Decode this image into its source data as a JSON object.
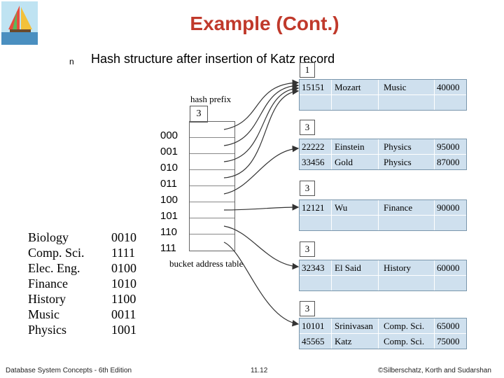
{
  "slide": {
    "title": "Example (Cont.)",
    "bullet_mark": "n",
    "bullet": "Hash structure after  insertion of Katz record"
  },
  "departments": [
    {
      "name": "Biology",
      "code": "0010"
    },
    {
      "name": "Comp. Sci.",
      "code": "1111"
    },
    {
      "name": "Elec. Eng.",
      "code": "0100"
    },
    {
      "name": "Finance",
      "code": "1010"
    },
    {
      "name": "History",
      "code": "1100"
    },
    {
      "name": "Music",
      "code": "0011"
    },
    {
      "name": "Physics",
      "code": "1001"
    }
  ],
  "hash_prefix": {
    "label": "hash prefix",
    "value": "3"
  },
  "bucket_address_table": {
    "label": "bucket address table",
    "entries": [
      "000",
      "001",
      "010",
      "011",
      "100",
      "101",
      "110",
      "111"
    ]
  },
  "buckets": [
    {
      "local_depth": "1",
      "records": [
        [
          "15151",
          "Mozart",
          "Music",
          "40000"
        ],
        [
          "",
          "",
          "",
          ""
        ]
      ]
    },
    {
      "local_depth": "3",
      "records": [
        [
          "22222",
          "Einstein",
          "Physics",
          "95000"
        ],
        [
          "33456",
          "Gold",
          "Physics",
          "87000"
        ]
      ]
    },
    {
      "local_depth": "3",
      "records": [
        [
          "12121",
          "Wu",
          "Finance",
          "90000"
        ],
        [
          "",
          "",
          "",
          ""
        ]
      ]
    },
    {
      "local_depth": "3",
      "records": [
        [
          "32343",
          "El Said",
          "History",
          "60000"
        ],
        [
          "",
          "",
          "",
          ""
        ]
      ]
    },
    {
      "local_depth": "3",
      "records": [
        [
          "10101",
          "Srinivasan",
          "Comp. Sci.",
          "65000"
        ],
        [
          "45565",
          "Katz",
          "Comp. Sci.",
          "75000"
        ]
      ]
    }
  ],
  "footer": {
    "left": "Database System Concepts - 6th Edition",
    "center": "11.12",
    "right": "©Silberschatz, Korth and Sudarshan"
  },
  "colors": {
    "title": "#c0392b",
    "bucket_fill": "#cfe0ee"
  }
}
